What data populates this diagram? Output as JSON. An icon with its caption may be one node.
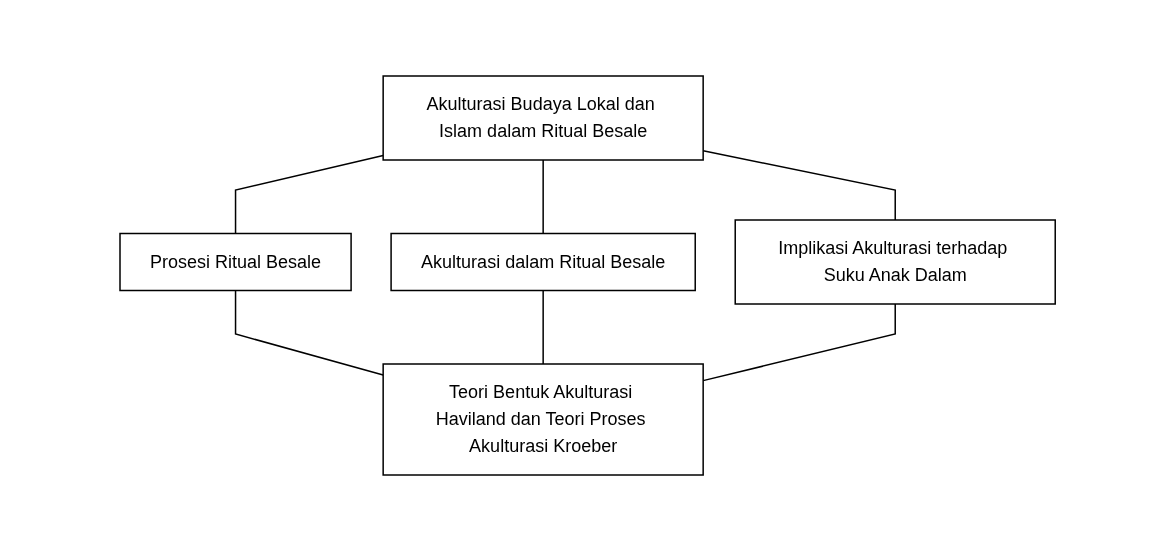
{
  "diagram": {
    "nodes": [
      {
        "text": [
          "Akulturasi Budaya Lokal dan Islam dalam Ritual Besale"
        ]
      },
      {
        "text": [
          "Prosesi Ritual Besale"
        ]
      },
      {
        "text": [
          "Akulturasi dalam Ritual Besale"
        ]
      },
      {
        "text": [
          "Implikasi Akulturasi terhadap Suku Anak Dalam"
        ]
      },
      {
        "text": [
          "Teori Bentuk Akulturasi Haviland dan Teori Proses Akulturasi Kroeber"
        ]
      }
    ],
    "edges": [
      {
        "from": 0,
        "to": 1,
        "arrow": "none"
      },
      {
        "from": 0,
        "to": 2,
        "arrow": "none"
      },
      {
        "from": 0,
        "to": 3,
        "arrow": "none"
      },
      {
        "from": 1,
        "to": 4,
        "arrow": "none"
      },
      {
        "from": 2,
        "to": 4,
        "arrow": "none"
      },
      {
        "from": 3,
        "to": 4,
        "arrow": "none"
      }
    ]
  }
}
